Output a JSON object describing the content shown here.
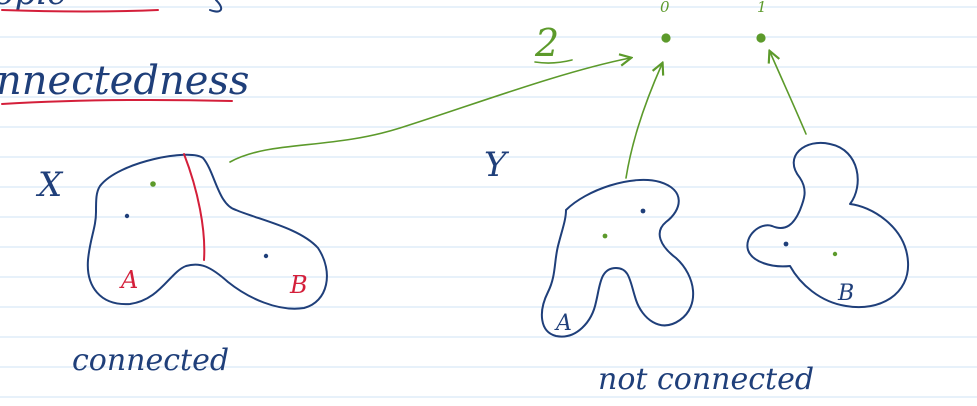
{
  "heading_partial": "opic",
  "topic_title": "nnectedness",
  "labels": {
    "space_x": "X",
    "space_y": "Y",
    "two_point_space": "2",
    "point_0": "0",
    "point_1": "1",
    "region_a_left": "A",
    "region_b_left": "B",
    "region_a_right": "A",
    "region_b_right": "B",
    "caption_connected": "connected",
    "caption_not_connected": "not connected"
  },
  "colors": {
    "ink_blue": "#1f3f7a",
    "ink_red": "#d41f3a",
    "ink_green": "#5c9a2b",
    "ruled_line": "#cfe3f6"
  }
}
